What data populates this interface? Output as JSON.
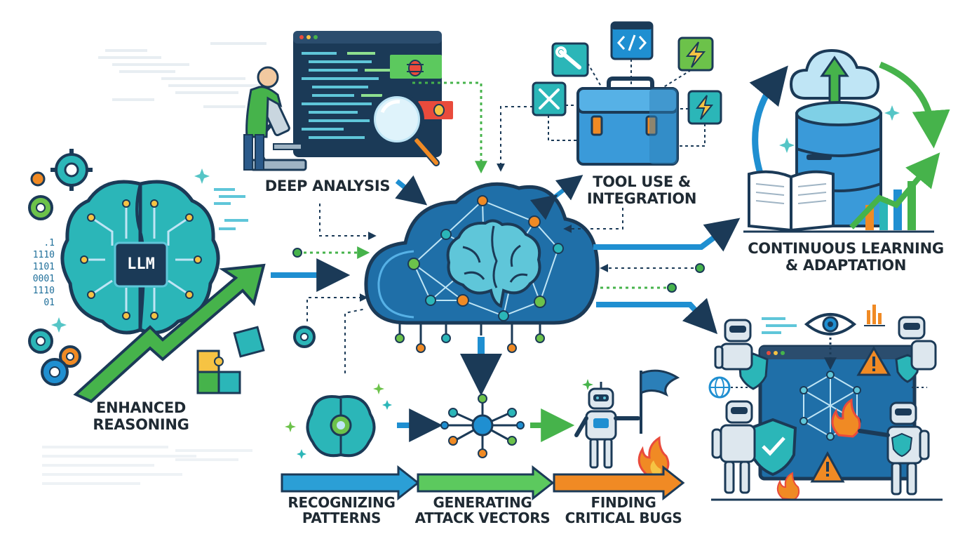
{
  "diagram": {
    "core": {
      "chip_label": "LLM"
    },
    "binary_lines": [
      ".1",
      "1110",
      "1101",
      "0001",
      "1110",
      "01"
    ],
    "labels": {
      "deep_analysis": "DEEP ANALYSIS",
      "tool_use": [
        "TOOL USE &",
        "INTEGRATION"
      ],
      "continuous_learning": [
        "CONTINUOUS LEARNING",
        "& ADAPTATION"
      ],
      "enhanced_reasoning": [
        "ENHANCED",
        "REASONING"
      ],
      "recognizing_patterns": [
        "RECOGNIZING",
        "PATTERNS"
      ],
      "generating_attack_vectors": [
        "GENERATING",
        "ATTACK VECTORS"
      ],
      "finding_critical_bugs": [
        "FINDING",
        "CRITICAL BUGS"
      ]
    },
    "colors": {
      "navy": "#1b3a57",
      "blue": "#1f8fd1",
      "teal": "#2bb6b8",
      "green": "#46b34b",
      "orange": "#f08a24",
      "red": "#e94b3c",
      "yellow": "#f6c343",
      "light_blue": "#bfe5f5"
    },
    "icons": [
      "microscope-icon",
      "bug-icon",
      "magnifier-icon",
      "wrench-icon",
      "code-icon",
      "lightning-icon",
      "toolbox-icon",
      "cloud-upload-icon",
      "database-icon",
      "book-icon",
      "gear-icon",
      "puzzle-icon",
      "brain-icon",
      "network-icon",
      "robot-icon",
      "flag-icon",
      "flame-icon",
      "shield-icon",
      "warning-icon",
      "eye-icon",
      "globe-icon"
    ]
  }
}
